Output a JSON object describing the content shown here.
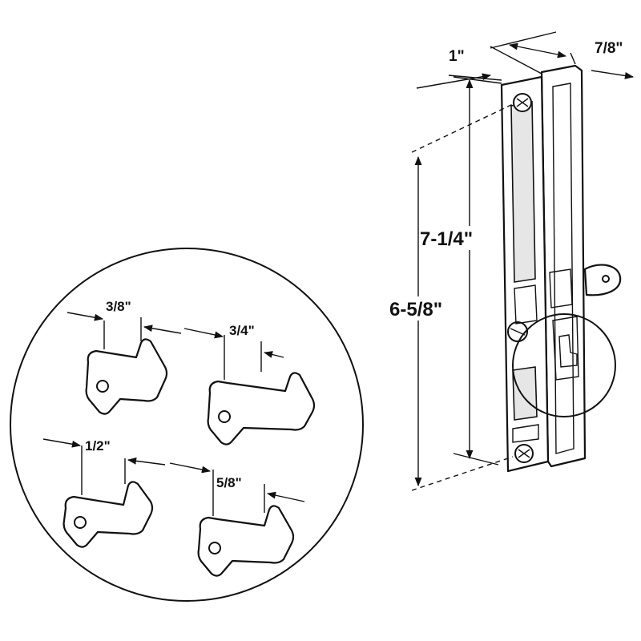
{
  "diagram": {
    "latch_dimensions": {
      "width": "1\"",
      "depth": "7/8\"",
      "overall_height": "7-1/4\"",
      "hole_spacing": "6-5/8\""
    },
    "hook_offsets": [
      {
        "label": "3/8\""
      },
      {
        "label": "3/4\""
      },
      {
        "label": "1/2\""
      },
      {
        "label": "5/8\""
      }
    ]
  }
}
